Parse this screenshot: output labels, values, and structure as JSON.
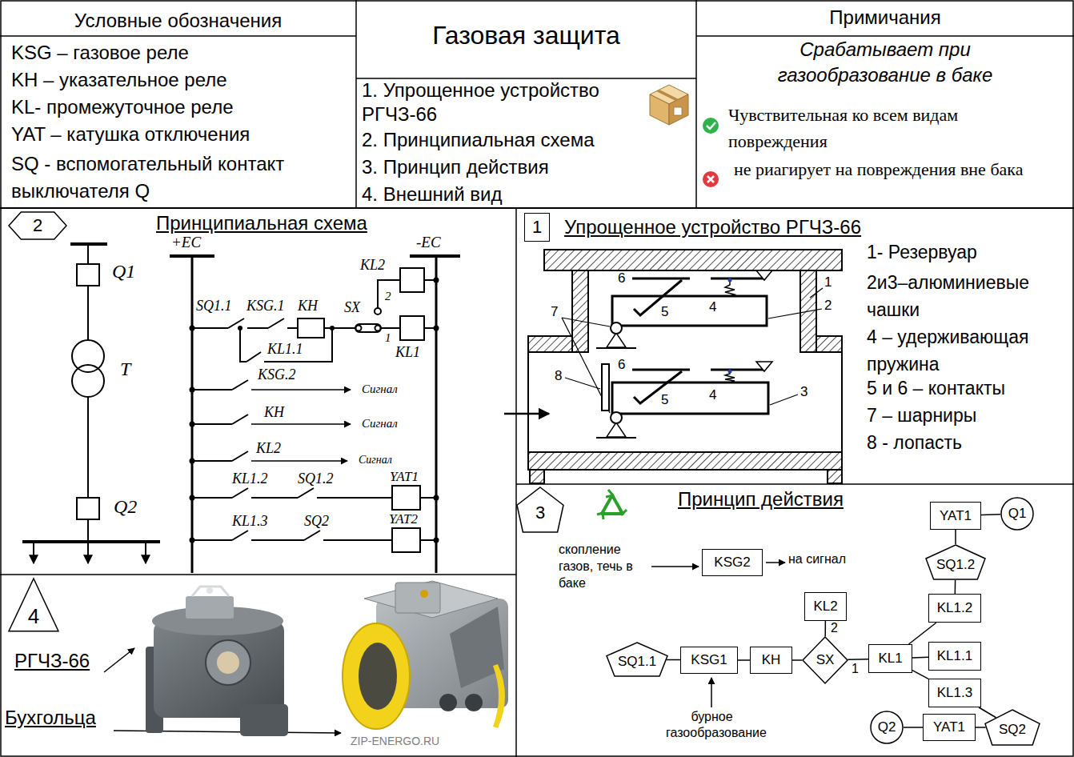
{
  "diagram": {
    "title": "Газовая защита",
    "nodes": [
      {
        "text": [
          "2"
        ]
      },
      {
        "text": [
          "1"
        ]
      },
      {
        "text": [
          "3"
        ]
      },
      {
        "text": [
          "4"
        ]
      },
      {
        "text": [
          "YAT1"
        ]
      },
      {
        "text": [
          "Q1"
        ]
      },
      {
        "text": [
          "SQ1.2"
        ]
      },
      {
        "text": [
          "KSG2"
        ]
      },
      {
        "text": [
          "KL2"
        ]
      },
      {
        "text": [
          "KL1.2"
        ]
      },
      {
        "text": [
          "SQ1.1"
        ]
      },
      {
        "text": [
          "KSG1"
        ]
      },
      {
        "text": [
          "KH"
        ]
      },
      {
        "text": [
          "SX"
        ]
      },
      {
        "text": [
          "KL1"
        ]
      },
      {
        "text": [
          "KL1.1"
        ]
      },
      {
        "text": [
          "KL1.3"
        ]
      },
      {
        "text": [
          "Q2"
        ]
      },
      {
        "text": [
          "YAT1"
        ]
      },
      {
        "text": [
          "SQ2"
        ]
      }
    ],
    "edges": [
      {
        "from": 10,
        "to": 11,
        "arrow": "none"
      },
      {
        "from": 11,
        "to": 12,
        "arrow": "none"
      },
      {
        "from": 12,
        "to": 13,
        "arrow": "none"
      },
      {
        "from": 13,
        "to": 8,
        "label": "2",
        "arrow": "none"
      },
      {
        "from": 13,
        "to": 14,
        "label": "1",
        "arrow": "none"
      },
      {
        "from": 14,
        "to": 9,
        "arrow": "none"
      },
      {
        "from": 14,
        "to": 15,
        "arrow": "none"
      },
      {
        "from": 14,
        "to": 16,
        "arrow": "none"
      },
      {
        "from": 9,
        "to": 6,
        "arrow": "none"
      },
      {
        "from": 6,
        "to": 4,
        "arrow": "none"
      },
      {
        "from": 4,
        "to": 5,
        "arrow": "none"
      },
      {
        "from": 16,
        "to": 19,
        "arrow": "none"
      },
      {
        "from": 19,
        "to": 18,
        "arrow": "none"
      },
      {
        "from": 18,
        "to": 17,
        "arrow": "none"
      }
    ],
    "labels": [
      "Условные обозначения",
      "KSG – газовое реле",
      "KH – указательное реле",
      "KL- промежуточное реле",
      "YAT – катушка отключения",
      "SQ - вспомогательный контакт выключателя Q",
      "1. Упрощенное устройство РГЧЗ-66",
      "2. Принципиальная схема",
      "3. Принцип действия",
      "4. Внешний вид",
      "Примичания",
      "Срабатывает при газообразование в баке",
      "Чувствительная ко всем видам повреждения",
      "не риагирует на повреждения вне бака",
      "Принципиальная схема",
      "+EC",
      "-EC",
      "Q1",
      "KL2",
      "SQ1.1",
      "KSG.1",
      "KH",
      "SX",
      "2",
      "1",
      "KL1.1",
      "KL1",
      "T",
      "KSG.2",
      "Сигнал",
      "KH",
      "Сигнал",
      "KL2",
      "Сигнал",
      "KL1.2",
      "SQ1.2",
      "YAT1",
      "KL1.3",
      "SQ2",
      "YAT2",
      "Q2",
      "Упрощенное устройство РГЧЗ-66",
      "1- Резервуар",
      "2и3–алюминиевые чашки",
      "4 – удерживающая пружина",
      "5 и 6 – контакты",
      "7 – шарниры",
      "8 - лопасть",
      "6",
      "1",
      "7",
      "5",
      "4",
      "2",
      "6",
      "8",
      "5",
      "4",
      "3",
      "Принцип действия",
      "скопление газов, течь в баке",
      "на сигнал",
      "бурное газообразование",
      "РГЧЗ-66",
      "Бухгольца",
      "ZIP-ENERGO.RU"
    ]
  }
}
